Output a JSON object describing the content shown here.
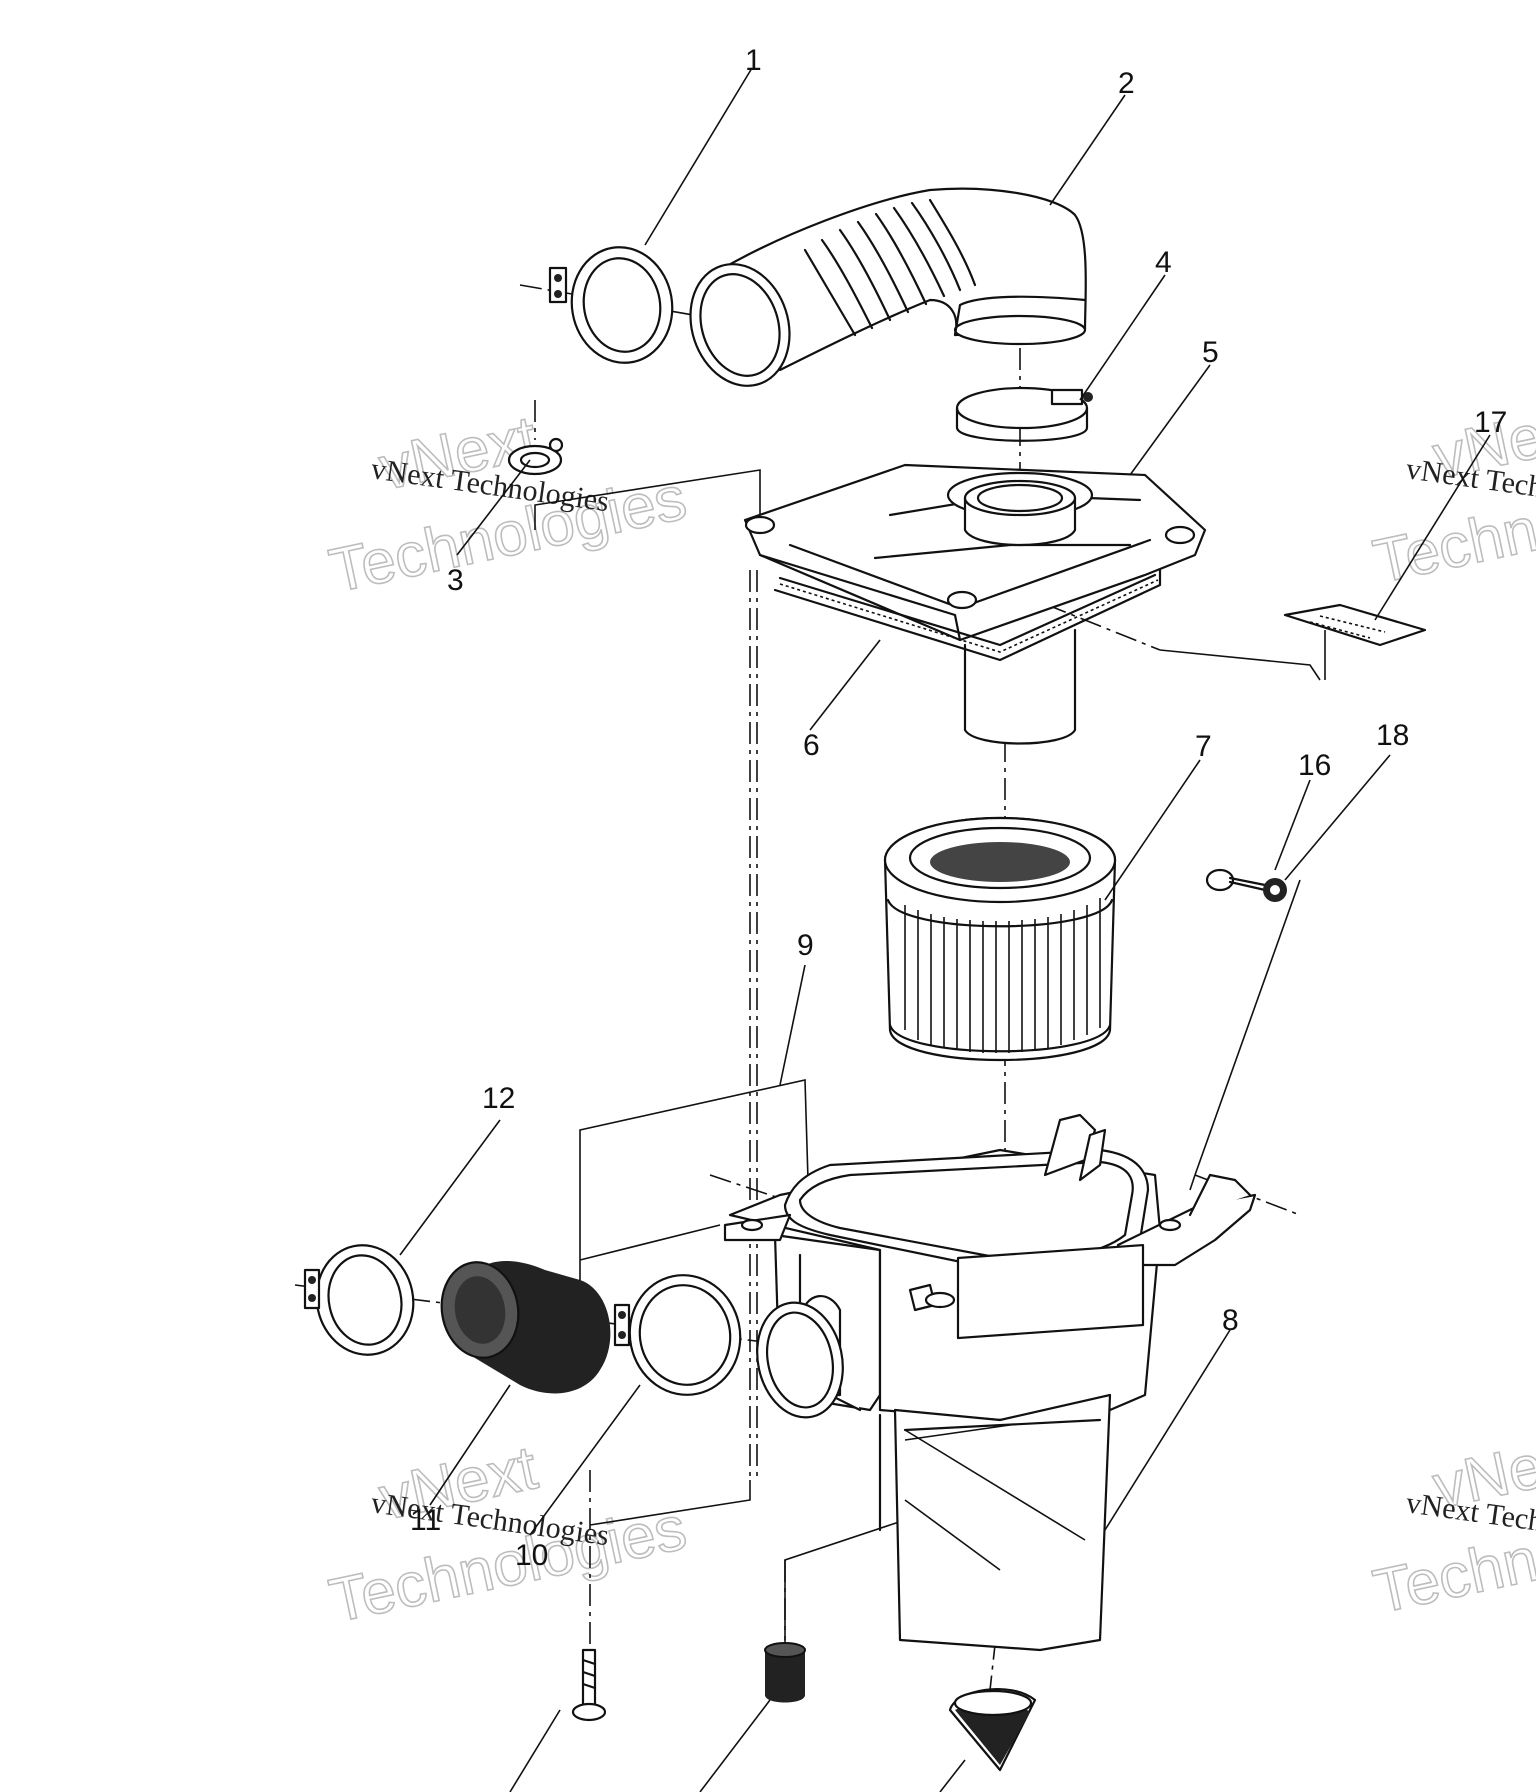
{
  "diagram": {
    "callouts": [
      {
        "id": "1",
        "label": "1"
      },
      {
        "id": "2",
        "label": "2"
      },
      {
        "id": "3",
        "label": "3"
      },
      {
        "id": "4",
        "label": "4"
      },
      {
        "id": "5",
        "label": "5"
      },
      {
        "id": "6",
        "label": "6"
      },
      {
        "id": "7",
        "label": "7"
      },
      {
        "id": "8",
        "label": "8"
      },
      {
        "id": "9",
        "label": "9"
      },
      {
        "id": "10",
        "label": "10"
      },
      {
        "id": "11",
        "label": "11"
      },
      {
        "id": "12",
        "label": "12"
      },
      {
        "id": "16",
        "label": "16"
      },
      {
        "id": "17",
        "label": "17"
      },
      {
        "id": "18",
        "label": "18"
      }
    ]
  },
  "watermark": {
    "line1": "vNext Technologies",
    "ghost_top": "vNext",
    "ghost_bottom": "Technologies",
    "color": "#bdbdbd"
  }
}
